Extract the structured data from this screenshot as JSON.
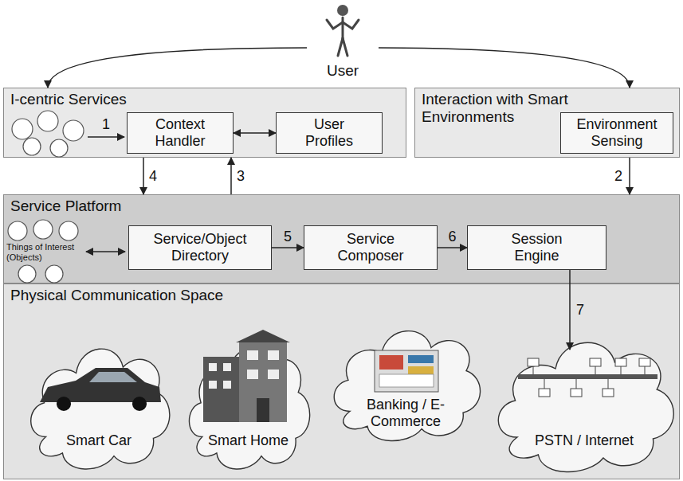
{
  "diagram": {
    "nodes": [
      {
        "text": [
          "User"
        ]
      },
      {
        "text": [
          "I-centric Services"
        ]
      },
      {
        "text": [
          "Context Handler"
        ],
        "in": 1
      },
      {
        "text": [
          "User Profiles"
        ],
        "in": 1
      },
      {
        "text": [
          "Interaction with Smart Environments"
        ]
      },
      {
        "text": [
          "Environment Sensing"
        ],
        "in": 4
      },
      {
        "text": [
          "Service Platform"
        ]
      },
      {
        "text": [
          "Service/Object Directory"
        ],
        "in": 6
      },
      {
        "text": [
          "Service Composer"
        ],
        "in": 6
      },
      {
        "text": [
          "Session Engine"
        ],
        "in": 6
      },
      {
        "text": [
          "Physical Communication Space"
        ]
      },
      {
        "text": [
          "Smart Car"
        ],
        "in": 10
      },
      {
        "text": [
          "Smart Home"
        ],
        "in": 10
      },
      {
        "text": [
          "Banking / E-Commerce"
        ],
        "in": 10
      },
      {
        "text": [
          "PSTN / Internet"
        ],
        "in": 10
      }
    ],
    "edges": [
      {
        "from": 0,
        "to": 1,
        "arrow": "to"
      },
      {
        "from": 0,
        "to": 4,
        "arrow": "to"
      },
      {
        "from": 2,
        "to": 3,
        "arrow": "both"
      },
      {
        "from": 1,
        "to": 6,
        "label": "4",
        "arrow": "to"
      },
      {
        "from": 6,
        "to": 1,
        "label": "3",
        "arrow": "to"
      },
      {
        "from": 4,
        "to": 6,
        "label": "2",
        "arrow": "to"
      },
      {
        "from": 7,
        "to": 8,
        "label": "5",
        "arrow": "to"
      },
      {
        "from": 8,
        "to": 9,
        "label": "6",
        "arrow": "to"
      },
      {
        "from": 9,
        "to": 14,
        "label": "7",
        "arrow": "to"
      }
    ],
    "labels": [
      "1",
      "Things of Interest (Objects)"
    ]
  }
}
